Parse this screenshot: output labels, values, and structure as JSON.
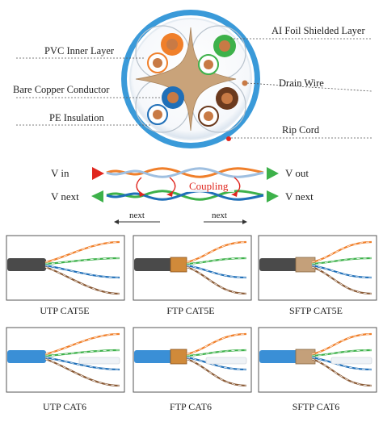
{
  "cross_section": {
    "labels": {
      "pvc_inner_layer": "PVC Inner Layer",
      "bare_copper_conductor": "Bare Copper Conductor",
      "pe_insulation": "PE Insulation",
      "foil_shielded_layer": "AI Foil Shielded Layer",
      "drain_wire": "Drain Wire",
      "rip_cord": "Rip Cord"
    },
    "colors": {
      "outer_jacket": "#3a9ad9",
      "orange_pair": "#f07f2a",
      "green_pair": "#3db14a",
      "blue_pair": "#1f6fb8",
      "brown_pair": "#6b3a1e",
      "copper": "#c87a45",
      "cross_filler": "#c9a37a"
    }
  },
  "signal": {
    "v_in": "V in",
    "v_out": "V out",
    "v_next_left": "V next",
    "v_next_right": "V next",
    "coupling": "Coupling",
    "next_left": "next",
    "next_right": "next"
  },
  "cables": [
    {
      "caption": "UTP CAT5E",
      "jacket": "#4a4a4a",
      "shield": "none"
    },
    {
      "caption": "FTP CAT5E",
      "jacket": "#4a4a4a",
      "shield": "foil"
    },
    {
      "caption": "SFTP CAT5E",
      "jacket": "#4a4a4a",
      "shield": "braid"
    },
    {
      "caption": "UTP CAT6",
      "jacket": "#3a8fd6",
      "shield": "none"
    },
    {
      "caption": "FTP CAT6",
      "jacket": "#3a8fd6",
      "shield": "foil"
    },
    {
      "caption": "SFTP CAT6",
      "jacket": "#3a8fd6",
      "shield": "braid"
    }
  ]
}
